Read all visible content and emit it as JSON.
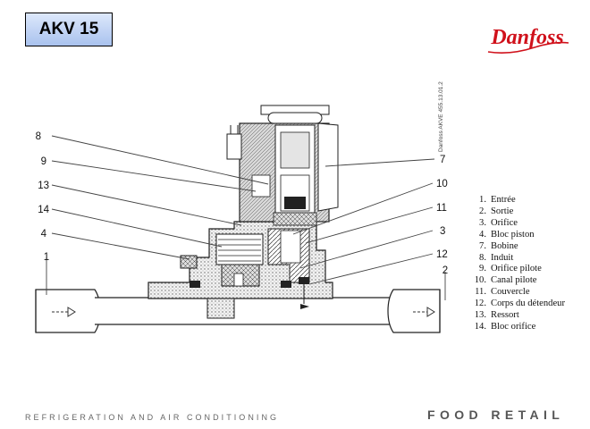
{
  "header": {
    "title": "AKV 15",
    "logo_text": "Danfoss",
    "logo_color": "#d0111b",
    "title_bg": "#b5cbf1"
  },
  "diagram": {
    "callouts": [
      "8",
      "9",
      "13",
      "14",
      "4",
      "1",
      "7",
      "10",
      "11",
      "3",
      "12",
      "2"
    ],
    "vertical_code": "Danfoss AKVE 455.13.01.2"
  },
  "legend": [
    {
      "num": "1.",
      "text": "Entrée"
    },
    {
      "num": "2.",
      "text": "Sortie"
    },
    {
      "num": "3.",
      "text": "Orifice"
    },
    {
      "num": "4.",
      "text": "Bloc piston"
    },
    {
      "num": "7.",
      "text": "Bobine"
    },
    {
      "num": "8.",
      "text": "Induit"
    },
    {
      "num": "9.",
      "text": "Orifice pilote"
    },
    {
      "num": "10.",
      "text": "Canal pilote"
    },
    {
      "num": "11.",
      "text": "Couvercle"
    },
    {
      "num": "12.",
      "text": "Corps du détendeur"
    },
    {
      "num": "13.",
      "text": "Ressort"
    },
    {
      "num": "14.",
      "text": "Bloc orifice"
    }
  ],
  "footer": {
    "left": "REFRIGERATION AND AIR CONDITIONING",
    "right": "FOOD RETAIL"
  }
}
